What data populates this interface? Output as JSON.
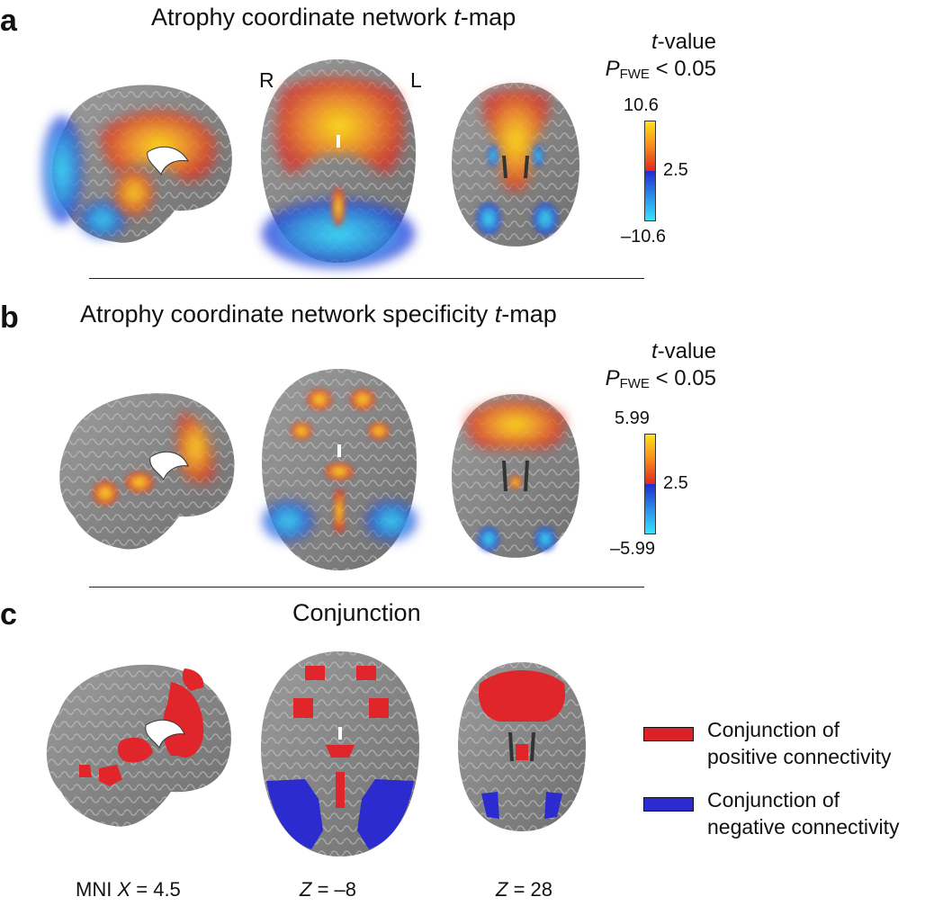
{
  "panels": [
    {
      "letter": "a",
      "title_pre": "Atrophy coordinate network ",
      "title_italic": "t",
      "title_post": "-map",
      "colorbar": {
        "var": "t",
        "suffix": "-value",
        "p": "P",
        "p_sub": "FWE",
        "p_rest": " < 0.05",
        "max": "10.6",
        "mid": "2.5",
        "min": "–10.6"
      }
    },
    {
      "letter": "b",
      "title_pre": "Atrophy coordinate network specificity ",
      "title_italic": "t",
      "title_post": "-map",
      "colorbar": {
        "var": "t",
        "suffix": "-value",
        "p": "P",
        "p_sub": "FWE",
        "p_rest": " < 0.05",
        "max": "5.99",
        "mid": "2.5",
        "min": "–5.99"
      }
    },
    {
      "letter": "c",
      "title_pre": "Conjunction",
      "title_italic": "",
      "title_post": ""
    }
  ],
  "orientation": {
    "right": "R",
    "left": "L"
  },
  "legend": [
    {
      "line1": "Conjunction of",
      "line2": "positive connectivity",
      "color": "#d92128"
    },
    {
      "line1": "Conjunction of",
      "line2": "negative connectivity",
      "color": "#2b2bd0"
    }
  ],
  "coords": [
    {
      "pre": "MNI ",
      "var": "X",
      "post": " = 4.5"
    },
    {
      "pre": "",
      "var": "Z",
      "post": " = –8"
    },
    {
      "pre": "",
      "var": "Z",
      "post": " = 28"
    }
  ],
  "colors": {
    "pos_low": "#e3261f",
    "pos_high": "#ffe21a",
    "neg_low": "#1f2bd6",
    "neg_high": "#35e4ff",
    "brain": "#8a8a8a"
  }
}
